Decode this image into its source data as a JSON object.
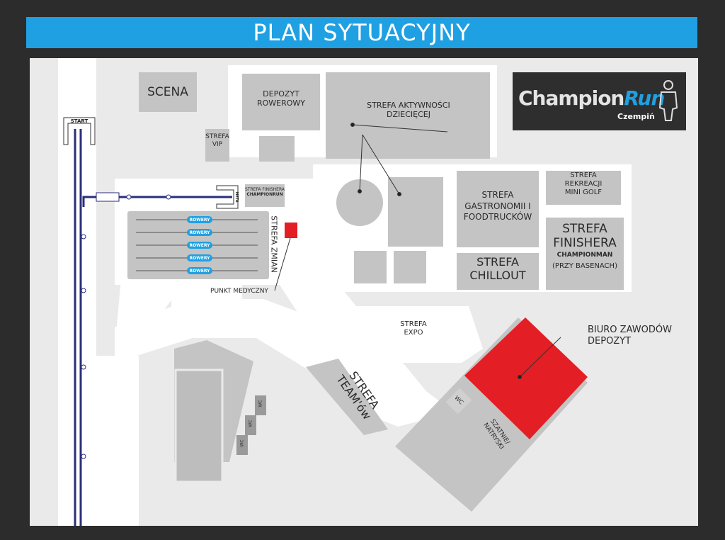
{
  "title": "PLAN SYTUACYJNY",
  "logo": {
    "brand_a": "Champion",
    "brand_b": "Run",
    "sub": "Czempiń",
    "accent": "#1fa0e2"
  },
  "labels": {
    "start": "START",
    "meta": "META",
    "scena": "SCENA",
    "depozyt_rowerowy": "DEPOZYT ROWEROWY",
    "strefa_vip": "STREFA VIP",
    "strefa_aktywnosci": "STREFA AKTYWNOŚCI DZIECIĘCEJ",
    "strefa_finishera_small_a": "STREFA FINISHERA",
    "strefa_finishera_small_b": "CHAMPIONRUN",
    "rowery": "ROWERY",
    "strefa_zmian": "STREFA ZMIAN",
    "punkt_medyczny": "PUNKT MEDYCZNY",
    "strefa_gastronomii": "STREFA GASTRONOMII I FOODTRUCKÓW",
    "strefa_rekreacji": "STREFA REKREACJI MINI GOLF",
    "strefa_finishera_a": "STREFA FINISHERA",
    "strefa_finishera_b": "CHAMPIONMAN",
    "strefa_finishera_c": "(PRZY BASENACH)",
    "strefa_chillout": "STREFA CHILLOUT",
    "strefa_expo": "STREFA EXPO",
    "strefa_teamow": "STREFA TEAM'ów",
    "biuro_zawodow": "BIURO ZAWODÓW DEPOZYT",
    "wc": "WC",
    "szatnie": "SZATNIE/ NATRYSKI"
  },
  "colors": {
    "frame": "#2c2c2c",
    "title_bar": "#1fa0e2",
    "map_bg": "#eaeaea",
    "path": "#ffffff",
    "building": "#c4c4c4",
    "route": "#2b2e7a",
    "red_zone": "#e31e24"
  }
}
